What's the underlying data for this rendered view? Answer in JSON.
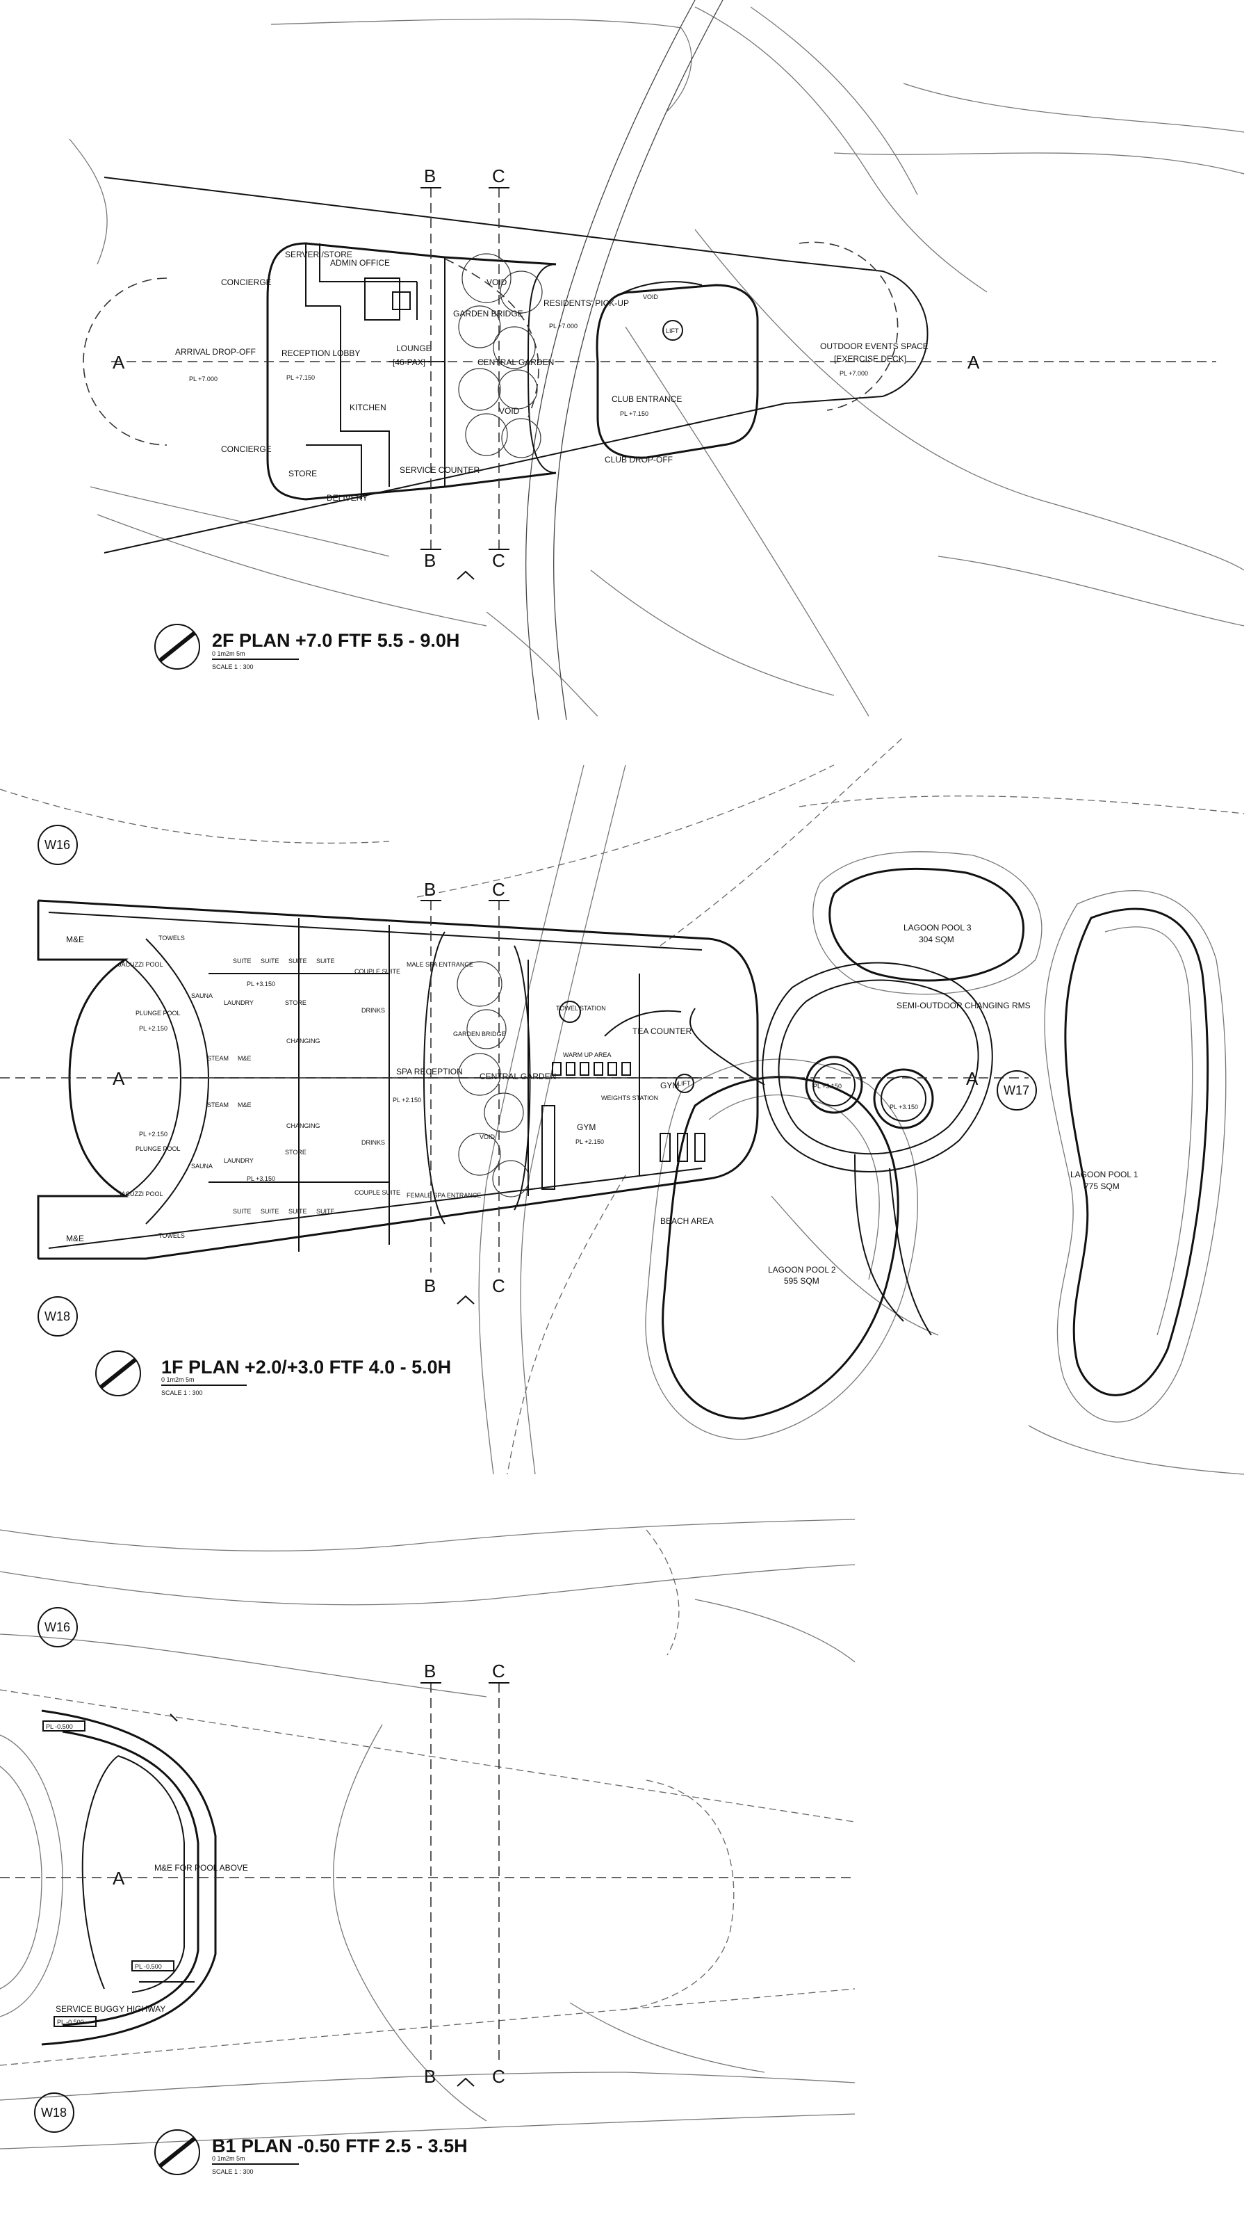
{
  "plans": {
    "floor2": {
      "title": "2F PLAN  +7.0 FTF 5.5 - 9.0H",
      "scale_bar": "0  1m2m    5m",
      "scale": "SCALE 1 : 300",
      "rooms": {
        "server": "SERVER /STORE",
        "admin": "ADMIN OFFICE",
        "concierge_top": "CONCIERGE",
        "concierge_bottom": "CONCIERGE",
        "arrival": "ARRIVAL DROP-OFF",
        "arrival_level": "PL +7.000",
        "reception": "RECEPTION LOBBY",
        "reception_level": "PL +7.150",
        "lounge": "LOUNGE",
        "lounge_pax": "[46-PAX]",
        "kitchen": "KITCHEN",
        "garden_bridge": "GARDEN BRIDGE",
        "central_garden": "CENTRAL GARDEN",
        "void_a": "VOID",
        "void_b": "VOID",
        "residents": "RESIDENTS' PICK-UP",
        "residents_level": "PL +7.000",
        "lift": "LIFT",
        "void_c": "VOID",
        "club_entrance": "CLUB ENTRANCE",
        "club_level": "PL +7.150",
        "club_dropoff": "CLUB DROP-OFF",
        "outdoor": "OUTDOOR EVENTS SPACE",
        "outdoor_sub": "[EXERCISE DECK]",
        "outdoor_level": "PL +7.000",
        "store": "STORE",
        "delivery": "DELIVERY",
        "service_counter": "SERVICE COUNTER"
      }
    },
    "floor1": {
      "title": "1F PLAN  +2.0/+3.0 FTF 4.0 - 5.0H",
      "scale_bar": "0  1m2m    5m",
      "scale": "SCALE 1 : 300",
      "rooms": {
        "me_top": "M&E",
        "me_bottom": "M&E",
        "towels_top": "TOWELS",
        "towels_bottom": "TOWELS",
        "suite1": "SUITE",
        "suite2": "SUITE",
        "suite3": "SUITE",
        "suite4": "SUITE",
        "suite5": "SUITE",
        "suite6": "SUITE",
        "suite7": "SUITE",
        "suite8": "SUITE",
        "couple_top": "COUPLE SUITE",
        "couple_bottom": "COUPLE SUITE",
        "laundry_top": "LAUNDRY",
        "laundry_bottom": "LAUNDRY",
        "store_top": "STORE",
        "store_bottom": "STORE",
        "changing_top": "CHANGING",
        "changing_bottom": "CHANGING",
        "sauna_top": "SAUNA",
        "sauna_bottom": "SAUNA",
        "steam_top": "STEAM",
        "steam_bottom": "STEAM",
        "me_mid_top": "M&E",
        "me_mid_bottom": "M&E",
        "drinks_top": "DRINKS",
        "drinks_bottom": "DRINKS",
        "jacuzzi_top": "JACUZZI POOL",
        "jacuzzi_bottom": "JACUZZI POOL",
        "plunge_top": "PLUNGE POOL",
        "plunge_bottom": "PLUNGE POOL",
        "level_a": "PL +3.150",
        "level_b": "PL +3.150",
        "level_c": "PL +2.150",
        "level_d": "PL +2.150",
        "male_spa": "MALE SPA ENTRANCE",
        "female_spa": "FEMALE SPA ENTRANCE",
        "spa_reception": "SPA RECEPTION",
        "spa_level": "PL +2.150",
        "garden_bridge": "GARDEN BRIDGE",
        "central_garden": "CENTRAL GARDEN",
        "void": "VOID",
        "towel_station": "TOWEL STATION",
        "tea_counter": "TEA COUNTER",
        "warm_up": "WARM UP AREA",
        "lift": "LIFT",
        "weights": "WEIGHTS STATION",
        "gym_a": "GYM",
        "gym_a_level": "PL +2.150",
        "gym_b": "GYM",
        "beach": "BEACH AREA",
        "lagoon3": "LAGOON POOL 3",
        "lagoon3_area": "304 SQM",
        "lagoon2": "LAGOON POOL 2",
        "lagoon2_area": "595 SQM",
        "lagoon1": "LAGOON POOL 1",
        "lagoon1_area": "775 SQM",
        "semi": "SEMI-OUTDOOR CHANGING RMS",
        "pod_level_a": "PL +3.150",
        "pod_level_b": "PL +3.150"
      }
    },
    "b1": {
      "title": "B1 PLAN -0.50 FTF 2.5 - 3.5H",
      "scale_bar": "0  1m2m    5m",
      "scale": "SCALE 1 : 300",
      "rooms": {
        "level_top": "PL -0.500",
        "me": "M&E FOR POOL ABOVE",
        "level_mid": "PL -0.500",
        "buggy": "SERVICE BUGGY HIGHWAY",
        "level_bot": "PL -0.500"
      }
    }
  },
  "grid": {
    "A": "A",
    "B": "B",
    "C": "C",
    "W16": "W16",
    "W17": "W17",
    "W18": "W18"
  }
}
